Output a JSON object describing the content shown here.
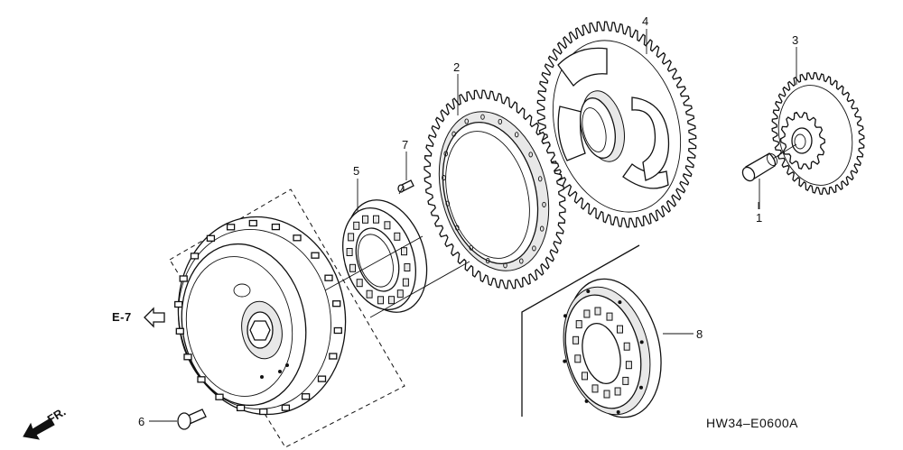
{
  "callouts": {
    "c1": "1",
    "c2": "2",
    "c3": "3",
    "c4": "4",
    "c5": "5",
    "c6": "6",
    "c7": "7",
    "c8": "8"
  },
  "ref_e7": "E-7",
  "direction": "FR.",
  "diagram_code": "HW34–E0600A",
  "gear_teeth": {
    "large_gear_4": 64,
    "driven_gear_2": 54,
    "gear_3_large": 40,
    "gear_3_small": 14
  },
  "icons": [
    "front-arrow-icon",
    "reference-arrow-icon"
  ]
}
